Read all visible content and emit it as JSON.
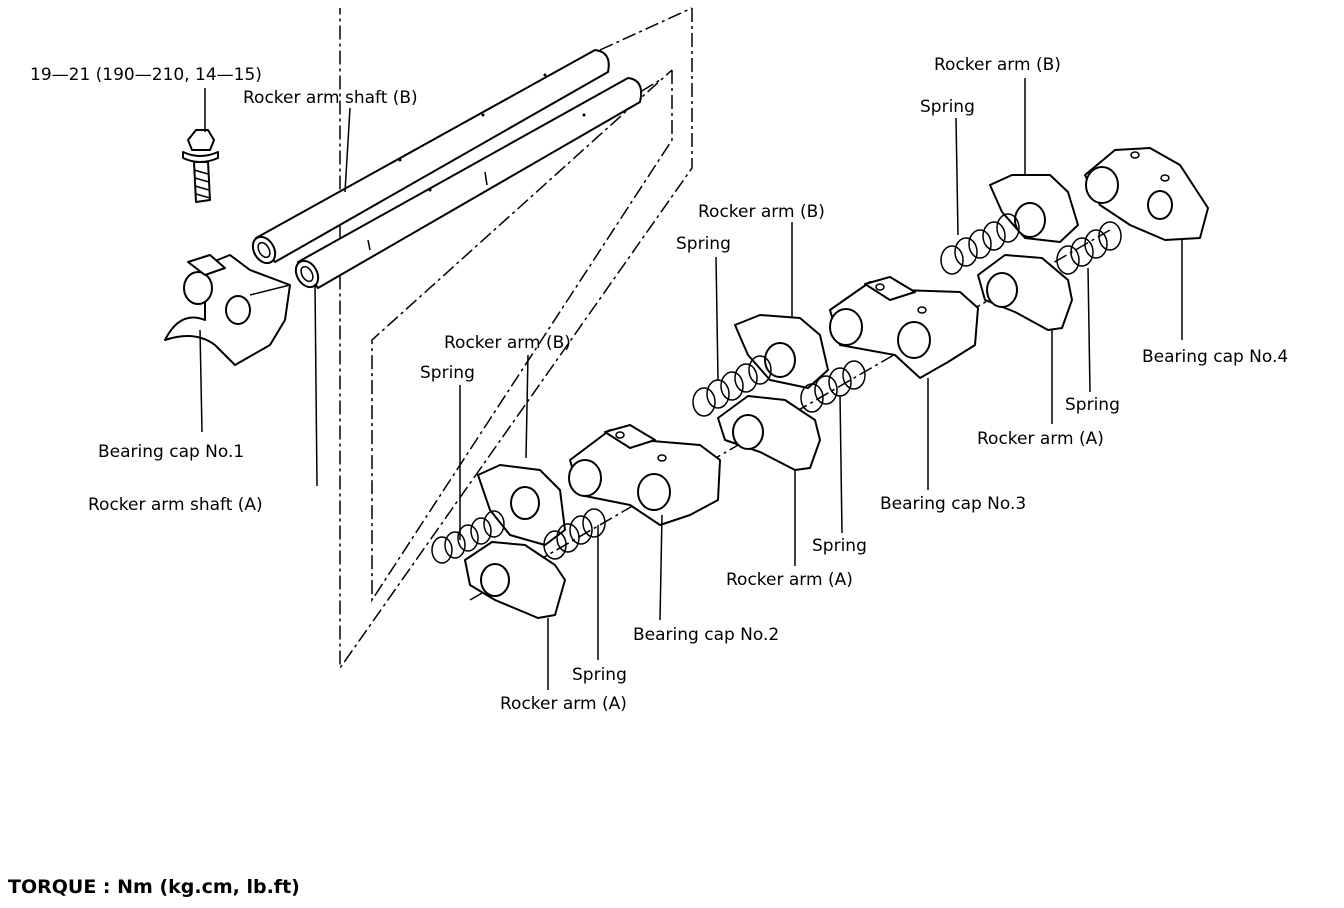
{
  "labels": {
    "bolt_torque": "19—21 (190—210, 14—15)",
    "shaft_b": "Rocker arm shaft (B)",
    "shaft_a": "Rocker arm shaft (A)",
    "cap1": "Bearing cap No.1",
    "cap2": "Bearing cap No.2",
    "cap3": "Bearing cap No.3",
    "cap4": "Bearing cap No.4",
    "arm_b_1": "Rocker arm (B)",
    "arm_b_2": "Rocker arm (B)",
    "arm_b_3": "Rocker arm (B)",
    "arm_a_1": "Rocker arm (A)",
    "arm_a_2": "Rocker arm (A)",
    "arm_a_3": "Rocker arm (A)",
    "spring_1": "Spring",
    "spring_2": "Spring",
    "spring_3": "Spring",
    "spring_4": "Spring",
    "spring_5": "Spring",
    "spring_6": "Spring",
    "torque_unit": "TORQUE : Nm (kg.cm, lb.ft)"
  }
}
